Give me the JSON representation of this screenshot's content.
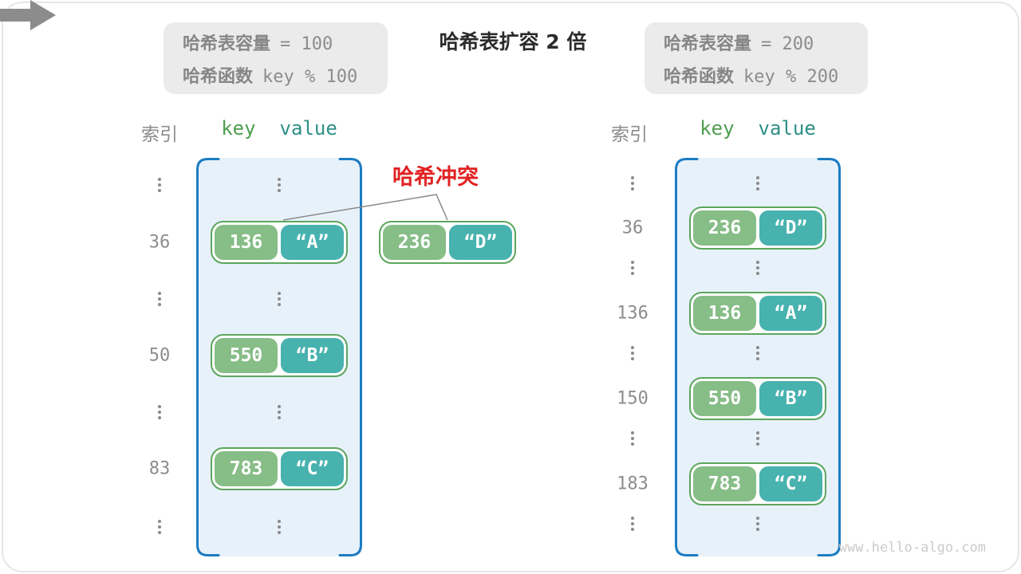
{
  "before": {
    "capacity_label": "哈希表容量",
    "capacity_value": "= 100",
    "hash_label": "哈希函数",
    "hash_value": "key % 100"
  },
  "after": {
    "capacity_label": "哈希表容量",
    "capacity_value": "= 200",
    "hash_label": "哈希函数",
    "hash_value": "key % 200"
  },
  "transition": {
    "title": "哈希表扩容 2 倍"
  },
  "headers": {
    "index": "索引",
    "key": "key",
    "value": "value"
  },
  "collision": {
    "label": "哈希冲突",
    "pair": {
      "key": "236",
      "value": "“D”"
    }
  },
  "left_table": {
    "indices": [
      "36",
      "50",
      "83"
    ],
    "pairs": [
      {
        "key": "136",
        "value": "“A”"
      },
      {
        "key": "550",
        "value": "“B”"
      },
      {
        "key": "783",
        "value": "“C”"
      }
    ]
  },
  "right_table": {
    "indices": [
      "36",
      "136",
      "150",
      "183"
    ],
    "pairs": [
      {
        "key": "236",
        "value": "“D”"
      },
      {
        "key": "136",
        "value": "“A”"
      },
      {
        "key": "550",
        "value": "“B”"
      },
      {
        "key": "783",
        "value": "“C”"
      }
    ]
  },
  "watermark": "www.hello-algo.com",
  "colors": {
    "container-fill": "#E7F1FA",
    "container-border": "#1C7CC2",
    "pair-border": "#5CA65C",
    "key-fill": "#87BD87",
    "value-fill": "#48B2AF",
    "collision-red": "#E12222",
    "header-key-green": "#4E9D50",
    "header-value-teal": "#2E8F86",
    "gray-text": "#8C8C8C",
    "arrow-gray": "#8C8C8C"
  }
}
